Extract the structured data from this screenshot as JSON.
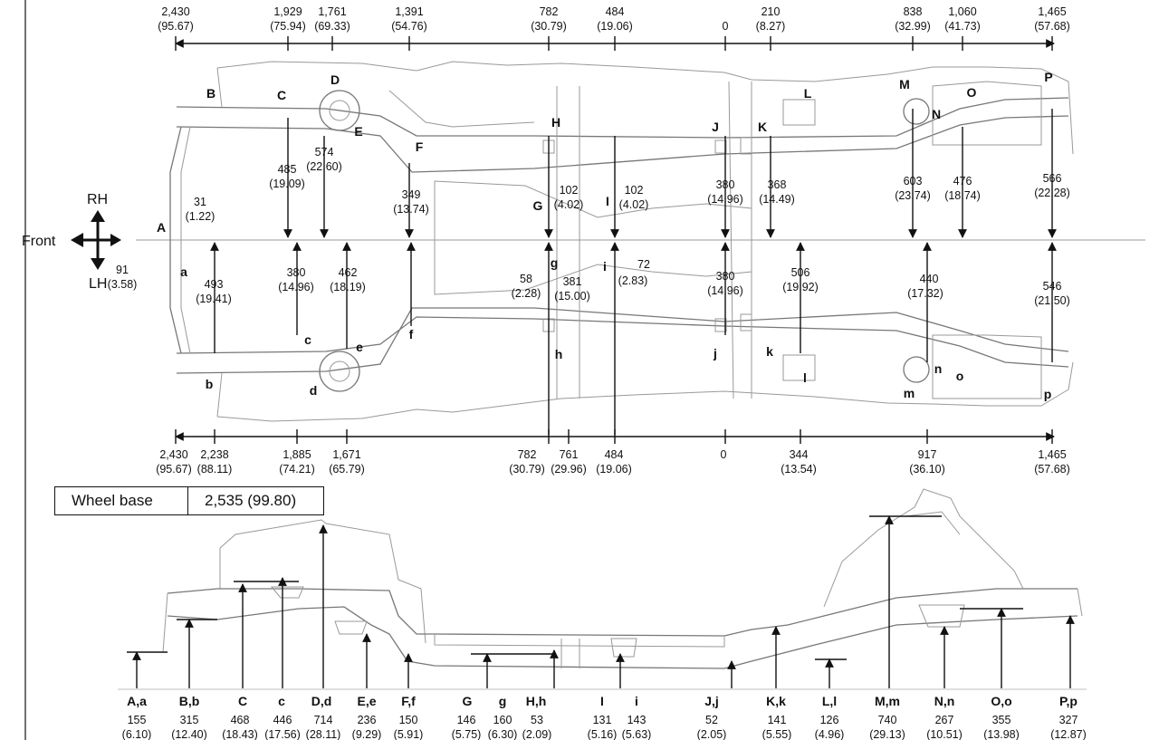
{
  "directions": {
    "rh": "RH",
    "lh": "LH",
    "front": "Front"
  },
  "wheelbase": {
    "label": "Wheel base",
    "value": "2,535 (99.80)"
  },
  "top_dims": [
    {
      "v": "2,430",
      "s": "(95.67)"
    },
    {
      "v": "1,929",
      "s": "(75.94)"
    },
    {
      "v": "1,761",
      "s": "(69.33)"
    },
    {
      "v": "1,391",
      "s": "(54.76)"
    },
    {
      "v": "782",
      "s": "(30.79)"
    },
    {
      "v": "484",
      "s": "(19.06)"
    },
    {
      "v": "0",
      "s": ""
    },
    {
      "v": "210",
      "s": "(8.27)"
    },
    {
      "v": "838",
      "s": "(32.99)"
    },
    {
      "v": "1,060",
      "s": "(41.73)"
    },
    {
      "v": "1,465",
      "s": "(57.68)"
    }
  ],
  "bottom_dims": [
    {
      "v": "2,430",
      "s": "(95.67)"
    },
    {
      "v": "2,238",
      "s": "(88.11)"
    },
    {
      "v": "1,885",
      "s": "(74.21)"
    },
    {
      "v": "1,671",
      "s": "(65.79)"
    },
    {
      "v": "782",
      "s": "(30.79)"
    },
    {
      "v": "761",
      "s": "(29.96)"
    },
    {
      "v": "484",
      "s": "(19.06)"
    },
    {
      "v": "0",
      "s": ""
    },
    {
      "v": "344",
      "s": "(13.54)"
    },
    {
      "v": "917",
      "s": "(36.10)"
    },
    {
      "v": "1,465",
      "s": "(57.68)"
    }
  ],
  "plan_inner_dims": [
    {
      "v": "31",
      "s": "(1.22)"
    },
    {
      "v": "91",
      "s": "(3.58)"
    },
    {
      "v": "493",
      "s": "(19.41)"
    },
    {
      "v": "574",
      "s": "(22.60)"
    },
    {
      "v": "485",
      "s": "(19.09)"
    },
    {
      "v": "380",
      "s": "(14.96)"
    },
    {
      "v": "462",
      "s": "(18.19)"
    },
    {
      "v": "349",
      "s": "(13.74)"
    },
    {
      "v": "102",
      "s": "(4.02)"
    },
    {
      "v": "102",
      "s": "(4.02)"
    },
    {
      "v": "58",
      "s": "(2.28)"
    },
    {
      "v": "381",
      "s": "(15.00)"
    },
    {
      "v": "72",
      "s": "(2.83)"
    },
    {
      "v": "380",
      "s": "(14.96)"
    },
    {
      "v": "380",
      "s": "(14.96)"
    },
    {
      "v": "368",
      "s": "(14.49)"
    },
    {
      "v": "506",
      "s": "(19.92)"
    },
    {
      "v": "603",
      "s": "(23.74)"
    },
    {
      "v": "476",
      "s": "(18.74)"
    },
    {
      "v": "440",
      "s": "(17.32)"
    },
    {
      "v": "566",
      "s": "(22.28)"
    },
    {
      "v": "546",
      "s": "(21.50)"
    }
  ],
  "plan_points": [
    "A",
    "a",
    "B",
    "b",
    "C",
    "c",
    "D",
    "d",
    "E",
    "e",
    "F",
    "f",
    "G",
    "g",
    "H",
    "h",
    "I",
    "i",
    "J",
    "j",
    "K",
    "k",
    "L",
    "l",
    "M",
    "m",
    "N",
    "n",
    "O",
    "o",
    "P",
    "p"
  ],
  "side_points": [
    {
      "label": "A,a",
      "v": "155",
      "s": "(6.10)"
    },
    {
      "label": "B,b",
      "v": "315",
      "s": "(12.40)"
    },
    {
      "label": "C",
      "v": "468",
      "s": "(18.43)"
    },
    {
      "label": "c",
      "v": "446",
      "s": "(17.56)"
    },
    {
      "label": "D,d",
      "v": "714",
      "s": "(28.11)"
    },
    {
      "label": "E,e",
      "v": "236",
      "s": "(9.29)"
    },
    {
      "label": "F,f",
      "v": "150",
      "s": "(5.91)"
    },
    {
      "label": "G",
      "v": "146",
      "s": "(5.75)"
    },
    {
      "label": "g",
      "v": "160",
      "s": "(6.30)"
    },
    {
      "label": "H,h",
      "v": "53",
      "s": "(2.09)"
    },
    {
      "label": "I",
      "v": "131",
      "s": "(5.16)"
    },
    {
      "label": "i",
      "v": "143",
      "s": "(5.63)"
    },
    {
      "label": "J,j",
      "v": "52",
      "s": "(2.05)"
    },
    {
      "label": "K,k",
      "v": "141",
      "s": "(5.55)"
    },
    {
      "label": "L,l",
      "v": "126",
      "s": "(4.96)"
    },
    {
      "label": "M,m",
      "v": "740",
      "s": "(29.13)"
    },
    {
      "label": "N,n",
      "v": "267",
      "s": "(10.51)"
    },
    {
      "label": "O,o",
      "v": "355",
      "s": "(13.98)"
    },
    {
      "label": "P,p",
      "v": "327",
      "s": "(12.87)"
    }
  ]
}
